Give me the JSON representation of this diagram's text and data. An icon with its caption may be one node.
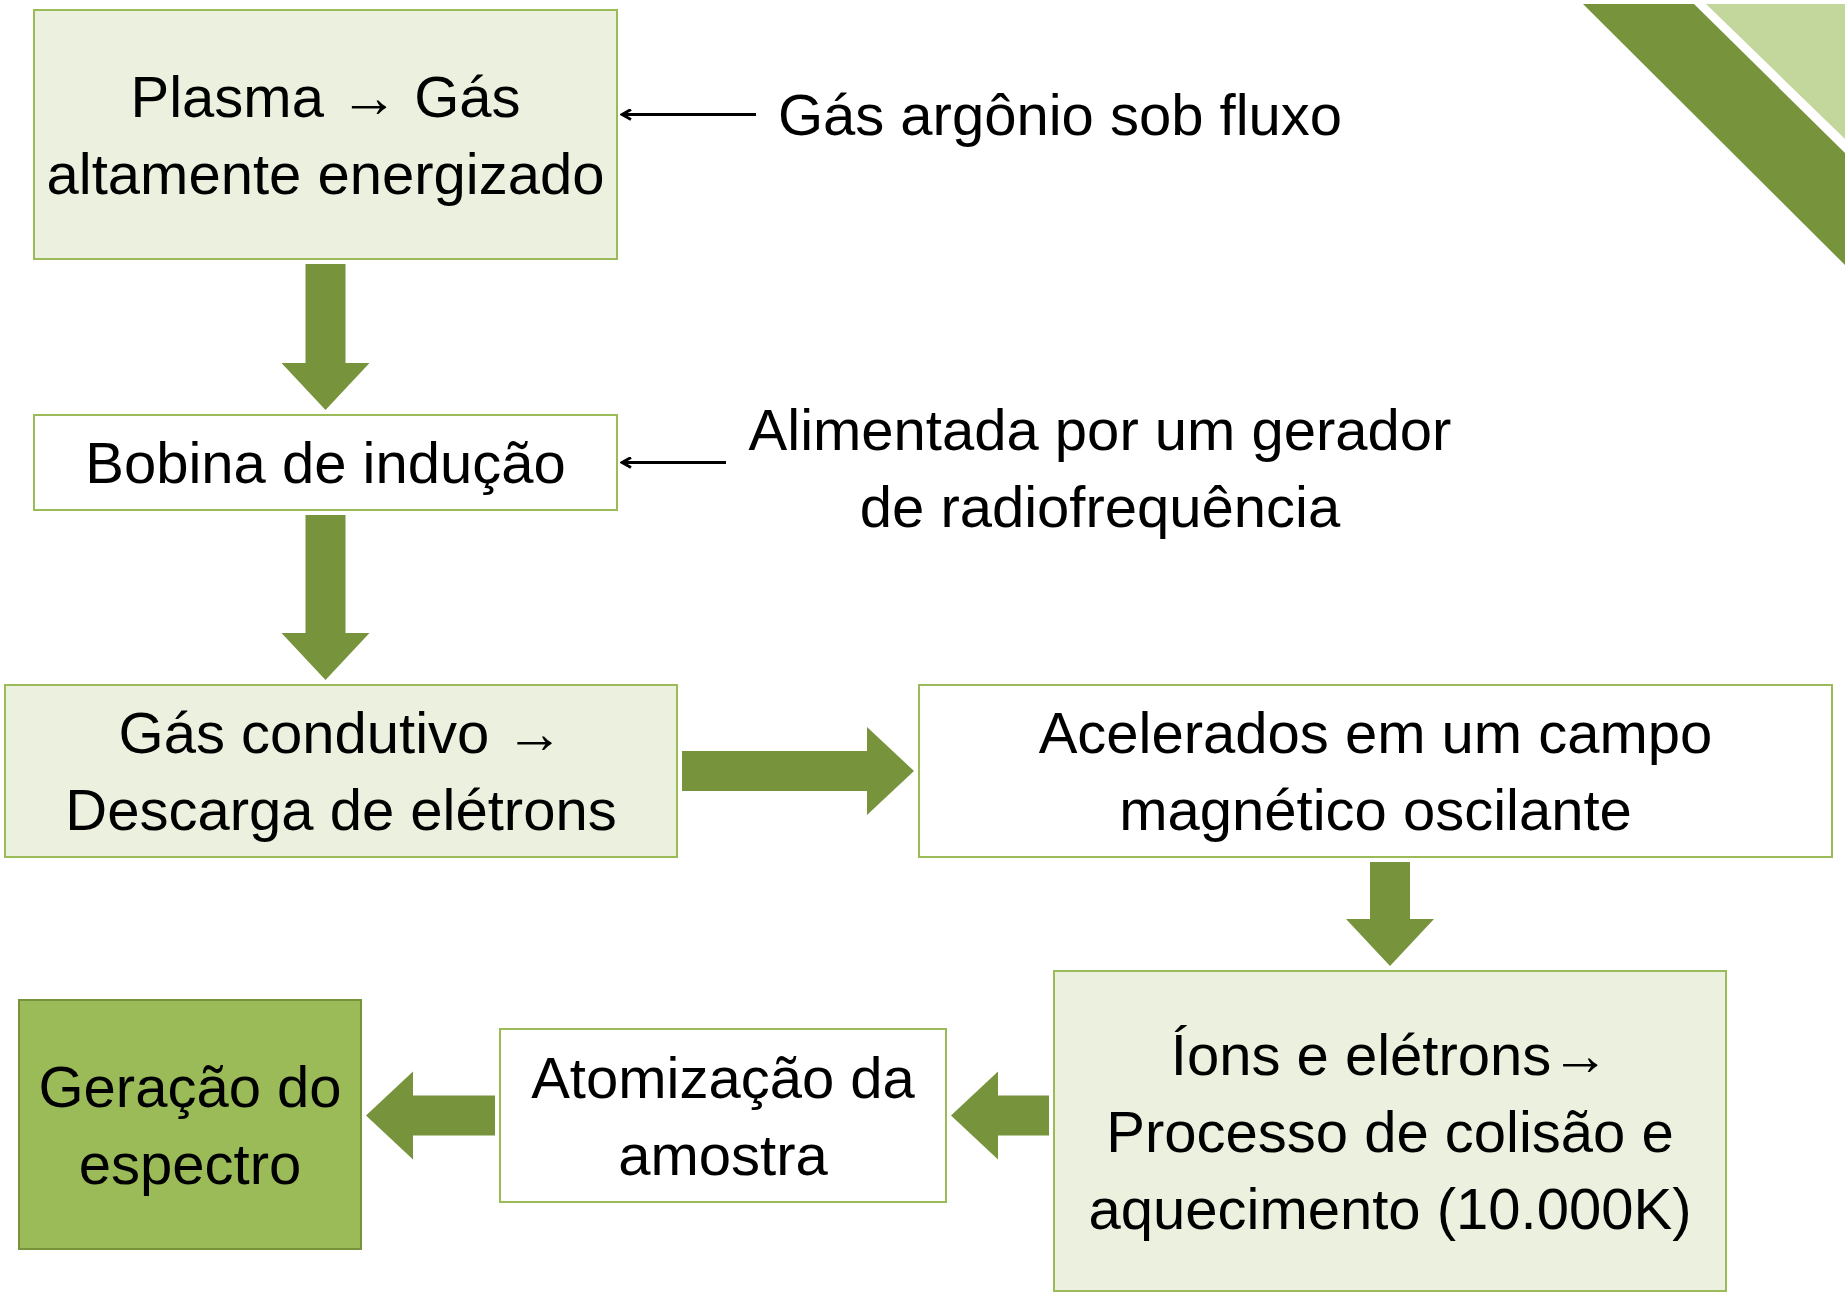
{
  "diagram": {
    "nodes": [
      {
        "text": [
          "Plasma → Gás altamente energizado"
        ]
      },
      {
        "text": [
          "Gás argônio sob fluxo"
        ]
      },
      {
        "text": [
          "Bobina de indução"
        ]
      },
      {
        "text": [
          "Alimentada por um gerador de radiofrequência"
        ]
      },
      {
        "text": [
          "Gás condutivo → Descarga de elétrons"
        ]
      },
      {
        "text": [
          "Acelerados em um campo magnético oscilante"
        ]
      },
      {
        "text": [
          "Íons e elétrons→ Processo de colisão e aquecimento (10.000K)"
        ]
      },
      {
        "text": [
          "Atomização da amostra"
        ]
      },
      {
        "text": [
          "Geração do espectro"
        ]
      }
    ],
    "edges": [
      {
        "from": 1,
        "to": 0,
        "arrow": "to",
        "color": "#000000"
      },
      {
        "from": 0,
        "to": 2,
        "arrow": "to",
        "style": "thick"
      },
      {
        "from": 3,
        "to": 2,
        "arrow": "to",
        "color": "#000000"
      },
      {
        "from": 2,
        "to": 4,
        "arrow": "to",
        "style": "thick"
      },
      {
        "from": 4,
        "to": 5,
        "arrow": "to",
        "style": "thick"
      },
      {
        "from": 5,
        "to": 6,
        "arrow": "to",
        "style": "thick"
      },
      {
        "from": 6,
        "to": 7,
        "arrow": "to",
        "style": "thick"
      },
      {
        "from": 7,
        "to": 8,
        "arrow": "to",
        "style": "thick"
      }
    ]
  }
}
